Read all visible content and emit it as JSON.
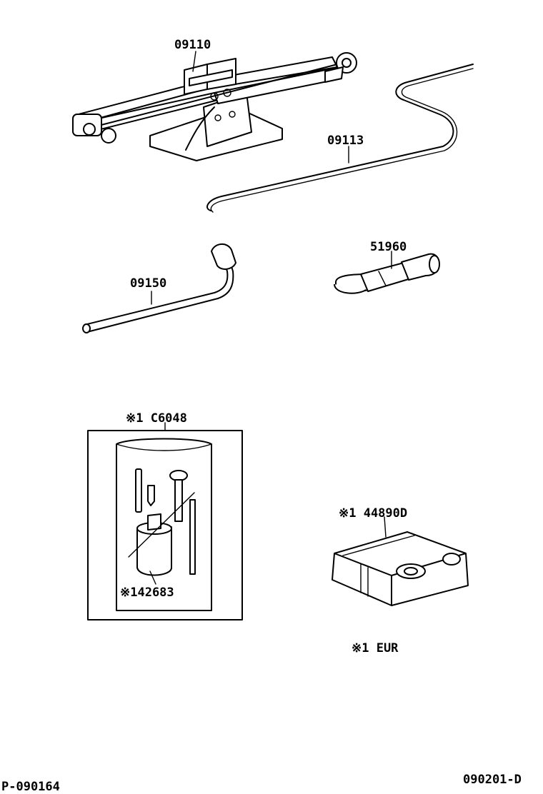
{
  "labels": {
    "jack": "09110",
    "handle": "09113",
    "wrench": "09150",
    "eye": "51960",
    "kit": "※1 C6048",
    "sealant": "※142683",
    "compressor": "※1 44890D",
    "note": "※1  EUR"
  },
  "footer": {
    "left_code": "P-090164",
    "right_code": "090201-D"
  }
}
